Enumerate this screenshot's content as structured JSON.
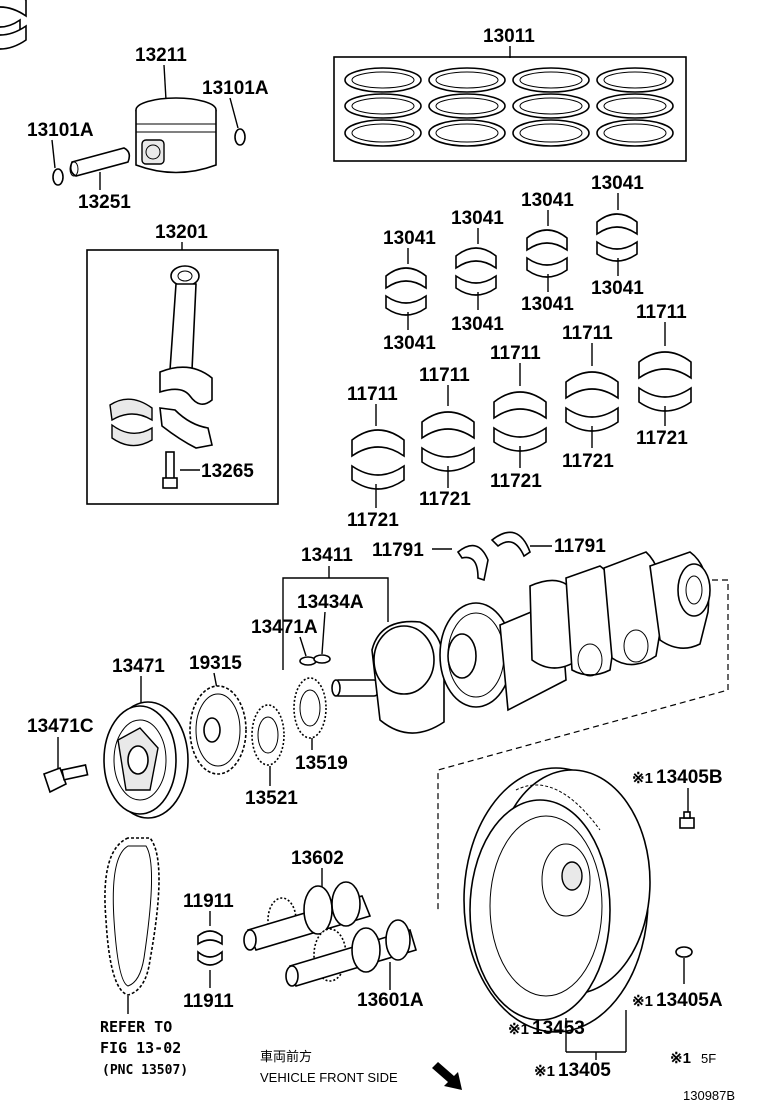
{
  "labels": {
    "p13011": "13011",
    "p13211": "13211",
    "p13101A_r": "13101A",
    "p13101A_l": "13101A",
    "p13251": "13251",
    "p13201": "13201",
    "p13265": "13265",
    "p13041_a": "13041",
    "p13041_b": "13041",
    "p13041_c": "13041",
    "p13041_d": "13041",
    "p13041_e": "13041",
    "p13041_f": "13041",
    "p13041_g": "13041",
    "p13041_h": "13041",
    "p11711_a": "11711",
    "p11711_b": "11711",
    "p11711_c": "11711",
    "p11711_d": "11711",
    "p11711_e": "11711",
    "p11721_a": "11721",
    "p11721_b": "11721",
    "p11721_c": "11721",
    "p11721_d": "11721",
    "p11721_e": "11721",
    "p11791_l": "11791",
    "p11791_r": "11791",
    "p13411": "13411",
    "p13434A": "13434A",
    "p13471A": "13471A",
    "p13471": "13471",
    "p19315": "19315",
    "p13471C": "13471C",
    "p13519": "13519",
    "p13521": "13521",
    "p13405B": "13405B",
    "p13602": "13602",
    "p11911_t": "11911",
    "p11911_b": "11911",
    "p13601A": "13601A",
    "p13405A": "13405A",
    "p13453": "13453",
    "p13405": "13405"
  },
  "marks": {
    "m13405B": "※1",
    "m13405A": "※1",
    "m13453": "※1",
    "m13405": "※1"
  },
  "reference": {
    "line1": "REFER TO",
    "line2": "FIG 13-02",
    "line3": "(PNC 13507)"
  },
  "front": {
    "japanese": "車両前方",
    "english": "VEHICLE FRONT SIDE"
  },
  "footnote": {
    "mark": "※1",
    "text": "5F"
  },
  "drawing_code": "130987B",
  "icons": {
    "direction": "front-arrow-icon"
  }
}
